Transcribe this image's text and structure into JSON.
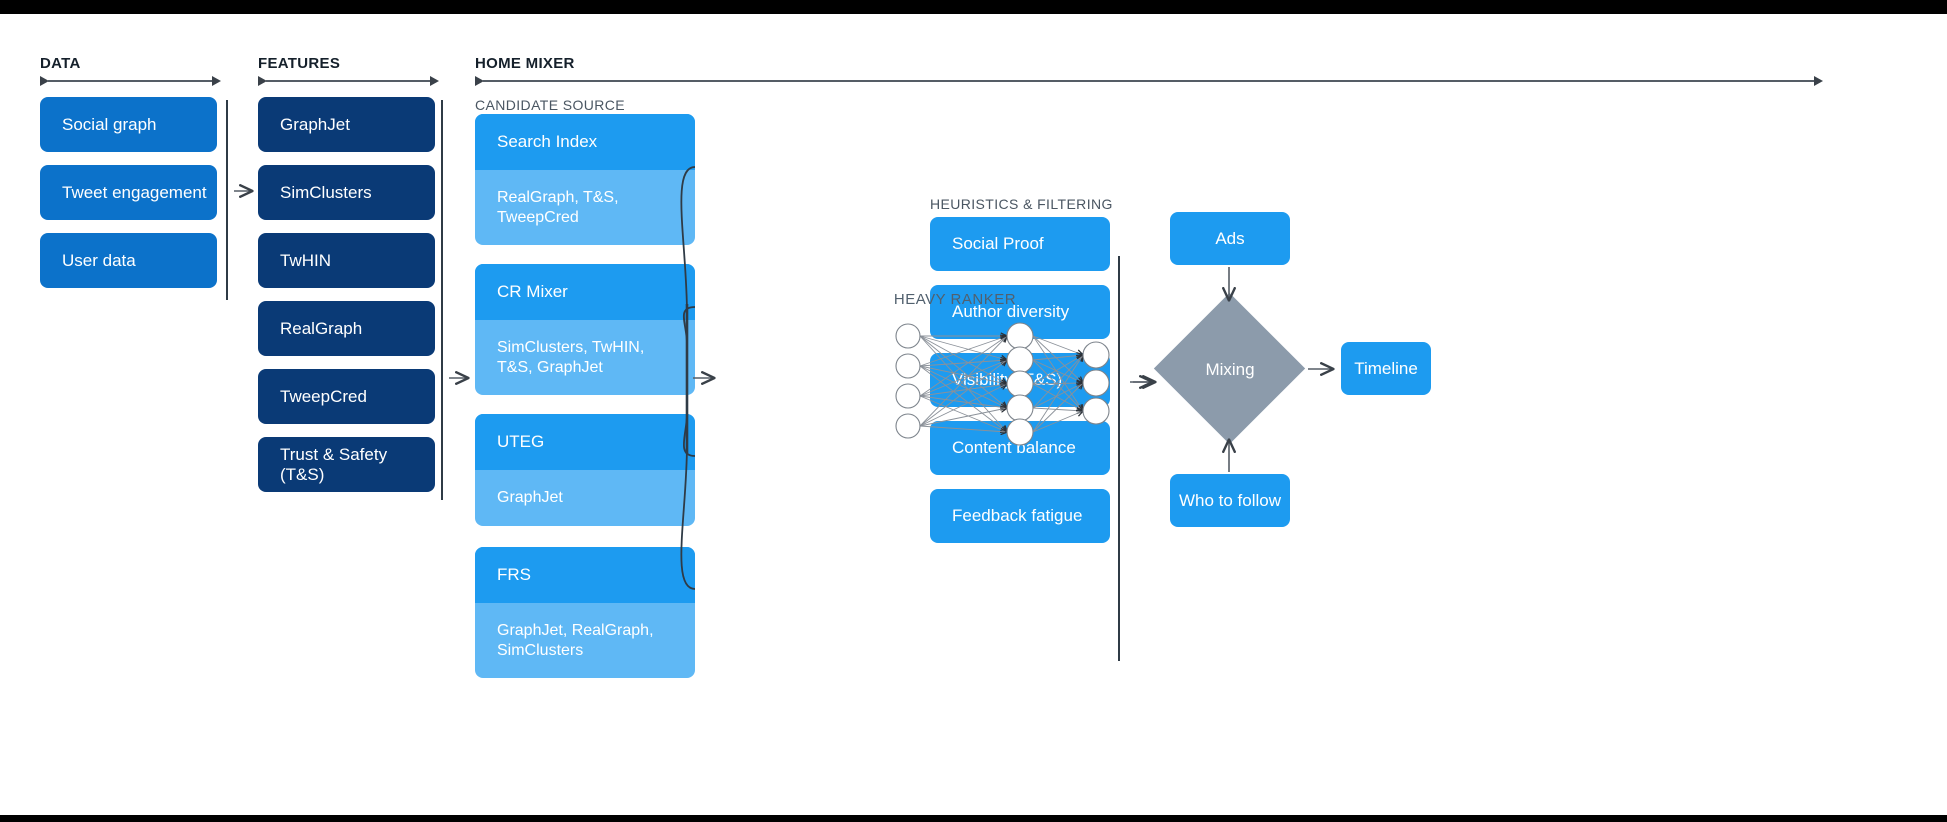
{
  "sections": {
    "data": {
      "title": "DATA"
    },
    "features": {
      "title": "FEATURES"
    },
    "home_mixer": {
      "title": "HOME MIXER"
    },
    "candidate_source": {
      "label": "CANDIDATE SOURCE"
    },
    "heavy_ranker": {
      "label": "HEAVY RANKER"
    },
    "heuristics": {
      "label": "HEURISTICS & FILTERING"
    }
  },
  "data_boxes": [
    {
      "label": "Social graph"
    },
    {
      "label": "Tweet engagement"
    },
    {
      "label": "User data"
    }
  ],
  "feature_boxes": [
    {
      "label": "GraphJet"
    },
    {
      "label": "SimClusters"
    },
    {
      "label": "TwHIN"
    },
    {
      "label": "RealGraph"
    },
    {
      "label": "TweepCred"
    },
    {
      "label": "Trust & Safety (T&S)"
    }
  ],
  "candidate_sources": [
    {
      "title": "Search Index",
      "features": "RealGraph, T&S, TweepCred"
    },
    {
      "title": "CR Mixer",
      "features": "SimClusters, TwHIN, T&S, GraphJet"
    },
    {
      "title": "UTEG",
      "features": "GraphJet"
    },
    {
      "title": "FRS",
      "features": "GraphJet, RealGraph, SimClusters"
    }
  ],
  "heuristic_boxes": [
    {
      "label": "Social Proof"
    },
    {
      "label": "Author diversity"
    },
    {
      "label": "Visibility (T&S)"
    },
    {
      "label": "Content balance"
    },
    {
      "label": "Feedback fatigue"
    }
  ],
  "outputs": {
    "ads": "Ads",
    "who_to_follow": "Who to follow",
    "mixing": "Mixing",
    "timeline": "Timeline"
  },
  "neural_net": {
    "input_nodes": 4,
    "hidden_nodes": 5,
    "output_nodes": 3
  },
  "colors": {
    "data_blue": "#0c72ca",
    "feature_navy": "#0a3a76",
    "accent_blue": "#1d9bf0",
    "light_blue": "#5fb8f5",
    "diamond_gray": "#8c9bab",
    "line_gray": "#555d66",
    "background": "#ffffff",
    "letterbox": "#000000"
  }
}
